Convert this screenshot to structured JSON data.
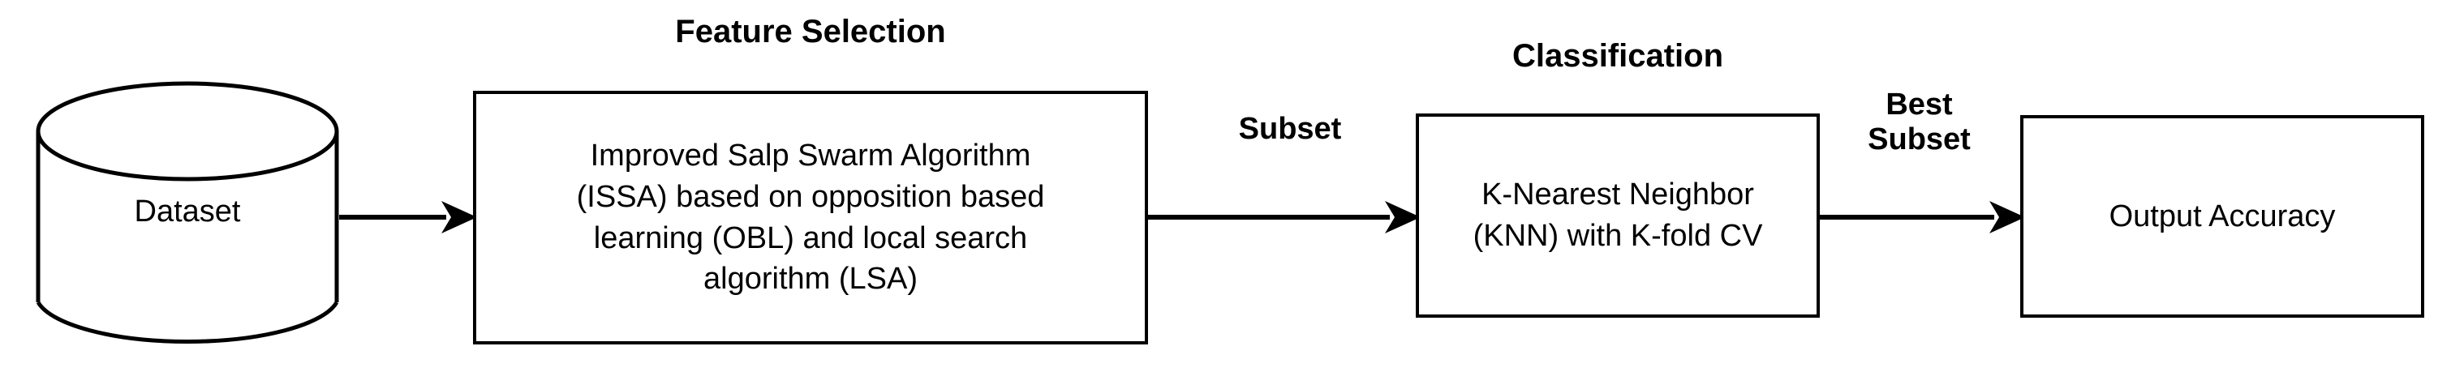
{
  "diagram": {
    "type": "flowchart",
    "orientation": "left-to-right",
    "background_color": "#ffffff",
    "stroke_color": "#000000",
    "titles": {
      "feature_selection": "Feature Selection",
      "classification": "Classification"
    },
    "nodes": {
      "dataset": {
        "shape": "cylinder",
        "label": "Dataset"
      },
      "feature_selection": {
        "shape": "rectangle",
        "lines": [
          "Improved Salp Swarm Algorithm",
          "(ISSA) based on opposition based",
          "learning (OBL) and local search",
          "algorithm (LSA)"
        ],
        "text": "Improved Salp Swarm Algorithm (ISSA) based on opposition based learning (OBL) and local search algorithm (LSA)"
      },
      "classification": {
        "shape": "rectangle",
        "lines": [
          "K-Nearest Neighbor",
          "(KNN) with K-fold CV"
        ],
        "text": "K-Nearest Neighbor (KNN) with K-fold CV"
      },
      "output": {
        "shape": "rectangle",
        "lines": [
          "Output Accuracy"
        ],
        "text": "Output Accuracy"
      }
    },
    "edges": [
      {
        "from": "dataset",
        "to": "feature_selection",
        "label": ""
      },
      {
        "from": "feature_selection",
        "to": "classification",
        "label": "Subset"
      },
      {
        "from": "classification",
        "to": "output",
        "label": "Best Subset"
      }
    ],
    "edge_labels": {
      "subset": "Subset",
      "best_subset_line1": "Best",
      "best_subset_line2": "Subset"
    }
  }
}
